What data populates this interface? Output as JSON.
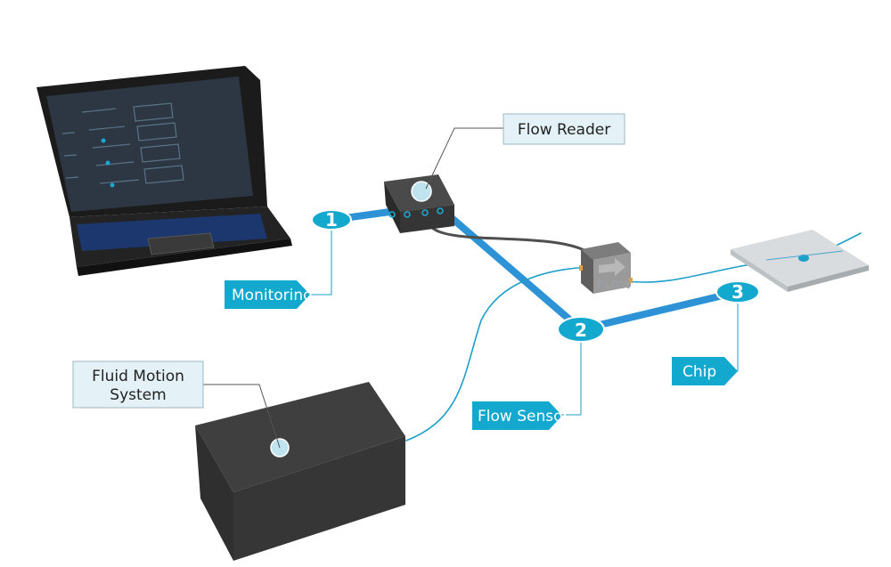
{
  "labels": {
    "flow_reader": "Flow Reader",
    "fluid_motion_line1": "Fluid Motion",
    "fluid_motion_line2": "System",
    "monitoring": "Monitoring",
    "flow_sensor": "Flow Sensor",
    "chip": "Chip"
  },
  "markers": {
    "m1": "1",
    "m2": "2",
    "m3": "3"
  },
  "sensor_text": "FLOW",
  "colors": {
    "accent": "#2d93d6",
    "tag": "#13a9cf",
    "device_dark": "#3b3b3b",
    "device_light": "#cfd3d6",
    "callout_bg": "#e4f1f7",
    "laptop_screen": "#2c3743",
    "laptop_body": "#1b1b1b",
    "tubing": "#4f4f4f"
  }
}
